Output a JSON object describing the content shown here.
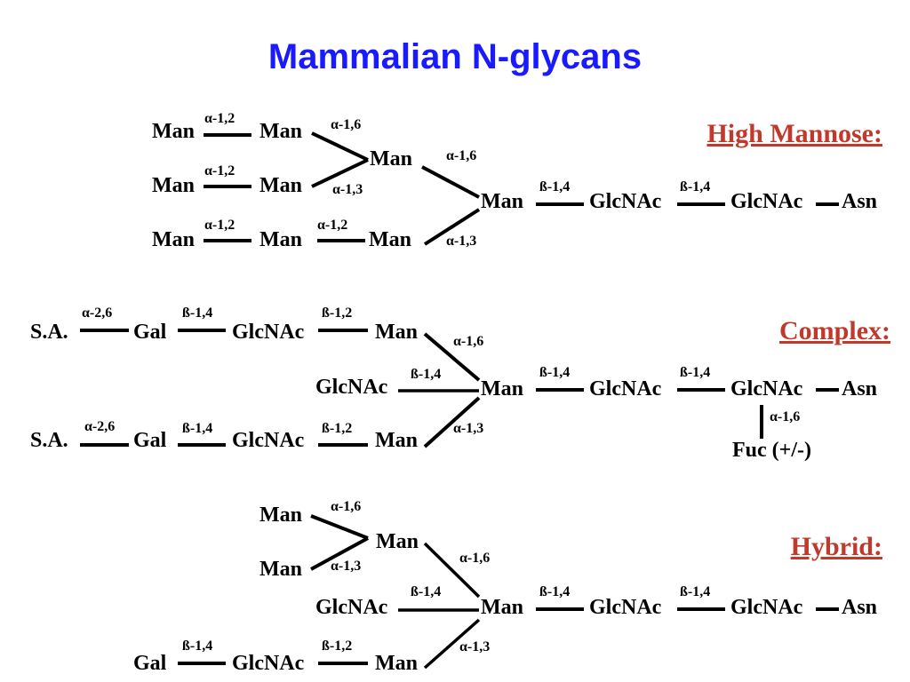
{
  "title": "Mammalian N-glycans",
  "colors": {
    "title": "#1a1aff",
    "section_heading": "#c0392b",
    "text": "#000000"
  },
  "high_mannose": {
    "heading": "High Mannose:",
    "residues": {
      "man_a1": "Man",
      "man_a2": "Man",
      "man_b1": "Man",
      "man_b2": "Man",
      "man_c1": "Man",
      "man_c2": "Man",
      "man_c3": "Man",
      "man_branch": "Man",
      "man_core": "Man",
      "glcnac1": "GlcNAc",
      "glcnac2": "GlcNAc",
      "asn": "Asn"
    },
    "linkages": {
      "a_12": "α-1,2",
      "b_12": "α-1,2",
      "c_12a": "α-1,2",
      "c_12b": "α-1,2",
      "upper_16": "α-1,6",
      "upper_13": "α-1,3",
      "core_16": "α-1,6",
      "core_13": "α-1,3",
      "core_b14": "ß-1,4",
      "glcnac_b14": "ß-1,4"
    }
  },
  "complex": {
    "heading": "Complex:",
    "residues": {
      "sa1": "S.A.",
      "gal1": "Gal",
      "glcnac_t1": "GlcNAc",
      "man_t": "Man",
      "glcnac_bisect": "GlcNAc",
      "sa2": "S.A.",
      "gal2": "Gal",
      "glcnac_b1": "GlcNAc",
      "man_b": "Man",
      "man_core": "Man",
      "glcnac1": "GlcNAc",
      "glcnac2": "GlcNAc",
      "asn": "Asn",
      "fuc": "Fuc (+/-)"
    },
    "linkages": {
      "sa1_26": "α-2,6",
      "gal1_14": "ß-1,4",
      "glcnac1_12": "ß-1,2",
      "sa2_26": "α-2,6",
      "gal2_14": "ß-1,4",
      "glcnac2_12": "ß-1,2",
      "bisect_14": "ß-1,4",
      "core_16": "α-1,6",
      "core_13": "α-1,3",
      "core_b14": "ß-1,4",
      "glcnac_b14": "ß-1,4",
      "fuc_16": "α-1,6"
    }
  },
  "hybrid": {
    "heading": "Hybrid:",
    "residues": {
      "man_top": "Man",
      "man_bottom": "Man",
      "man_branch": "Man",
      "glcnac_bisect": "GlcNAc",
      "gal": "Gal",
      "glcnac_low": "GlcNAc",
      "man_low": "Man",
      "man_core": "Man",
      "glcnac1": "GlcNAc",
      "glcnac2": "GlcNAc",
      "asn": "Asn"
    },
    "linkages": {
      "upper_16": "α-1,6",
      "upper_13": "α-1,3",
      "core_16": "α-1,6",
      "bisect_14": "ß-1,4",
      "core_13": "α-1,3",
      "gal_14": "ß-1,4",
      "glcnac_12": "ß-1,2",
      "core_b14": "ß-1,4",
      "glcnac_b14": "ß-1,4"
    }
  }
}
